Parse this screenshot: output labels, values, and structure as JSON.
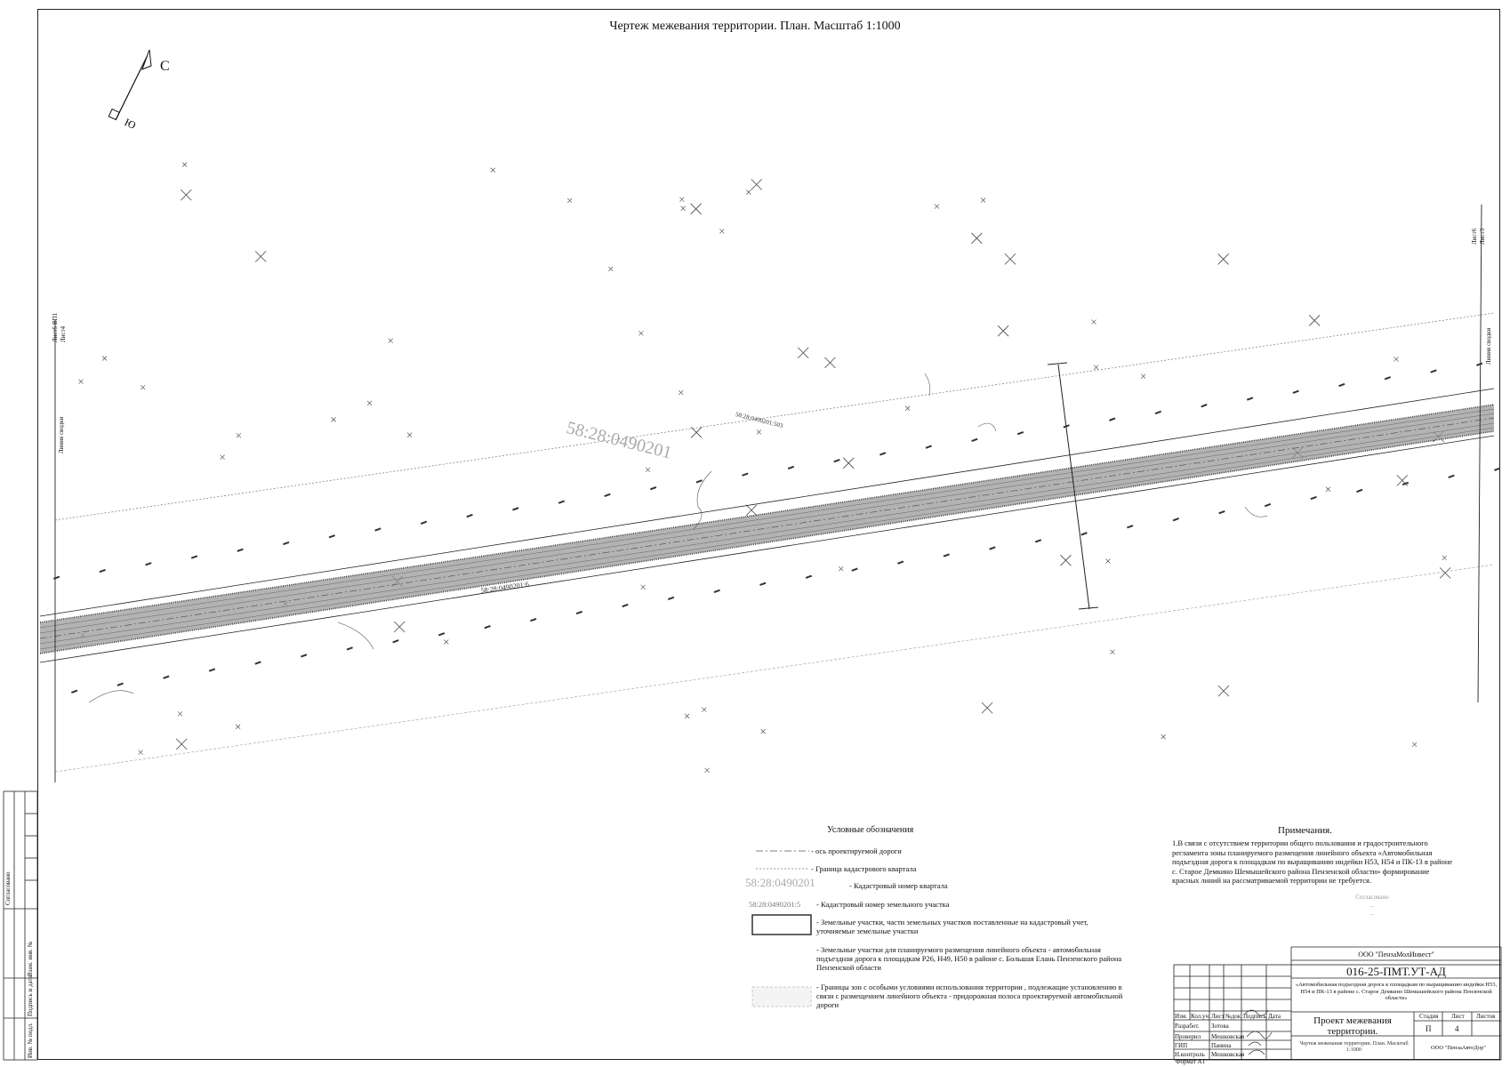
{
  "title": "Чертеж межевания территории. План. Масштаб 1:1000",
  "north_arrow": {
    "north_label": "С",
    "south_label": "Ю"
  },
  "match_lines": {
    "left_sheet": "Лист5 ВП1",
    "left_sheet2": "Лист4",
    "left_label": "Линия сводки",
    "right_sheet": "Лист6",
    "right_sheet2": "Лист3",
    "right_label": "Линия сводки"
  },
  "map_labels": {
    "quarter": "58:28:0490201",
    "parcel_upper": "58:28:0490201:503",
    "parcel_lower": "58:28:0490201:6"
  },
  "legend": {
    "title": "Условные обозначения",
    "items": [
      {
        "key": "axis",
        "text": "- ось проектируемой дороги"
      },
      {
        "key": "quarter-boundary",
        "text": "- Граница кадастрового квартала"
      },
      {
        "key": "quarter-number",
        "sample": "58:28:0490201",
        "text": "- Кадастровый номер квартала"
      },
      {
        "key": "parcel-number",
        "sample": "58:28:0490201:5",
        "text": "- Кадастровый номер земельного участка"
      },
      {
        "key": "registered-parcels",
        "text": "- Земельные участки, части земельных участков поставленные на кадастровый учет, уточняемые земельные участки"
      },
      {
        "key": "planned-parcels",
        "text": "- Земельные участки для планируемого размещения линейного объекта - автомобильная подъездная дорога к площадкам Р26, Н49, Н50 в районе с. Большая Елань Пензенского района Пензенской области"
      },
      {
        "key": "special-zones",
        "text": "- Границы зон с особыми условиями использования территории , подлежащие установлению в связи с размещением линейного объекта - придорожная полоса проектируемой автомобильной дороги"
      }
    ]
  },
  "notes": {
    "title": "Примечания.",
    "text": "1.В связи с отсутствием территории общего пользования и градостроительного регламента зоны планируемого размещения линейного объекта «Автомобильная подъездная дорога к площадкам по выращиванию индейки Н53, Н54 и ПК-13 в районе с. Старое Демкино Шемышейского района Пензенской области» формирование красных линий на рассматриваемой территории не требуется."
  },
  "stamp": {
    "lines": [
      "Согласовано",
      "...",
      "..."
    ]
  },
  "title_block": {
    "organization": "ООО \"ПензаМолИнвест\"",
    "code": "016-25-ПМТ.УТ-АД",
    "object": "«Автомобильная подъездная дорога к площадкам по выращиванию индейки Н53, Н54 и ПК-13 в районе с. Старое Демкино Шемышейского района Пензенской области»",
    "document": "Проект межевания территории.",
    "sheet_name": "Чертеж межевания территории. План. Масштаб 1:1000",
    "columns": [
      "Изм.",
      "Кол.уч.",
      "Лист",
      "№док.",
      "Подпись",
      "Дата"
    ],
    "roles": [
      {
        "role": "Разработ.",
        "name": "Зотова"
      },
      {
        "role": "Проверил",
        "name": "Мешковская"
      },
      {
        "role": "ГИП",
        "name": "Панина"
      },
      {
        "role": "Н.контроль",
        "name": "Мешковская"
      }
    ],
    "stage_label": "Стадия",
    "sheet_label": "Лист",
    "sheets_label": "Листов",
    "stage": "П",
    "sheet": "4",
    "sheets": "",
    "developer": "ООО \"ПензаАвтоДор\""
  },
  "side_table": {
    "agreed": "Согласовано",
    "inv_repl": "Взам. инв. №",
    "sign_date": "Подпись и дата",
    "inv_orig": "Инв. № подл."
  },
  "format": "Формат А1"
}
